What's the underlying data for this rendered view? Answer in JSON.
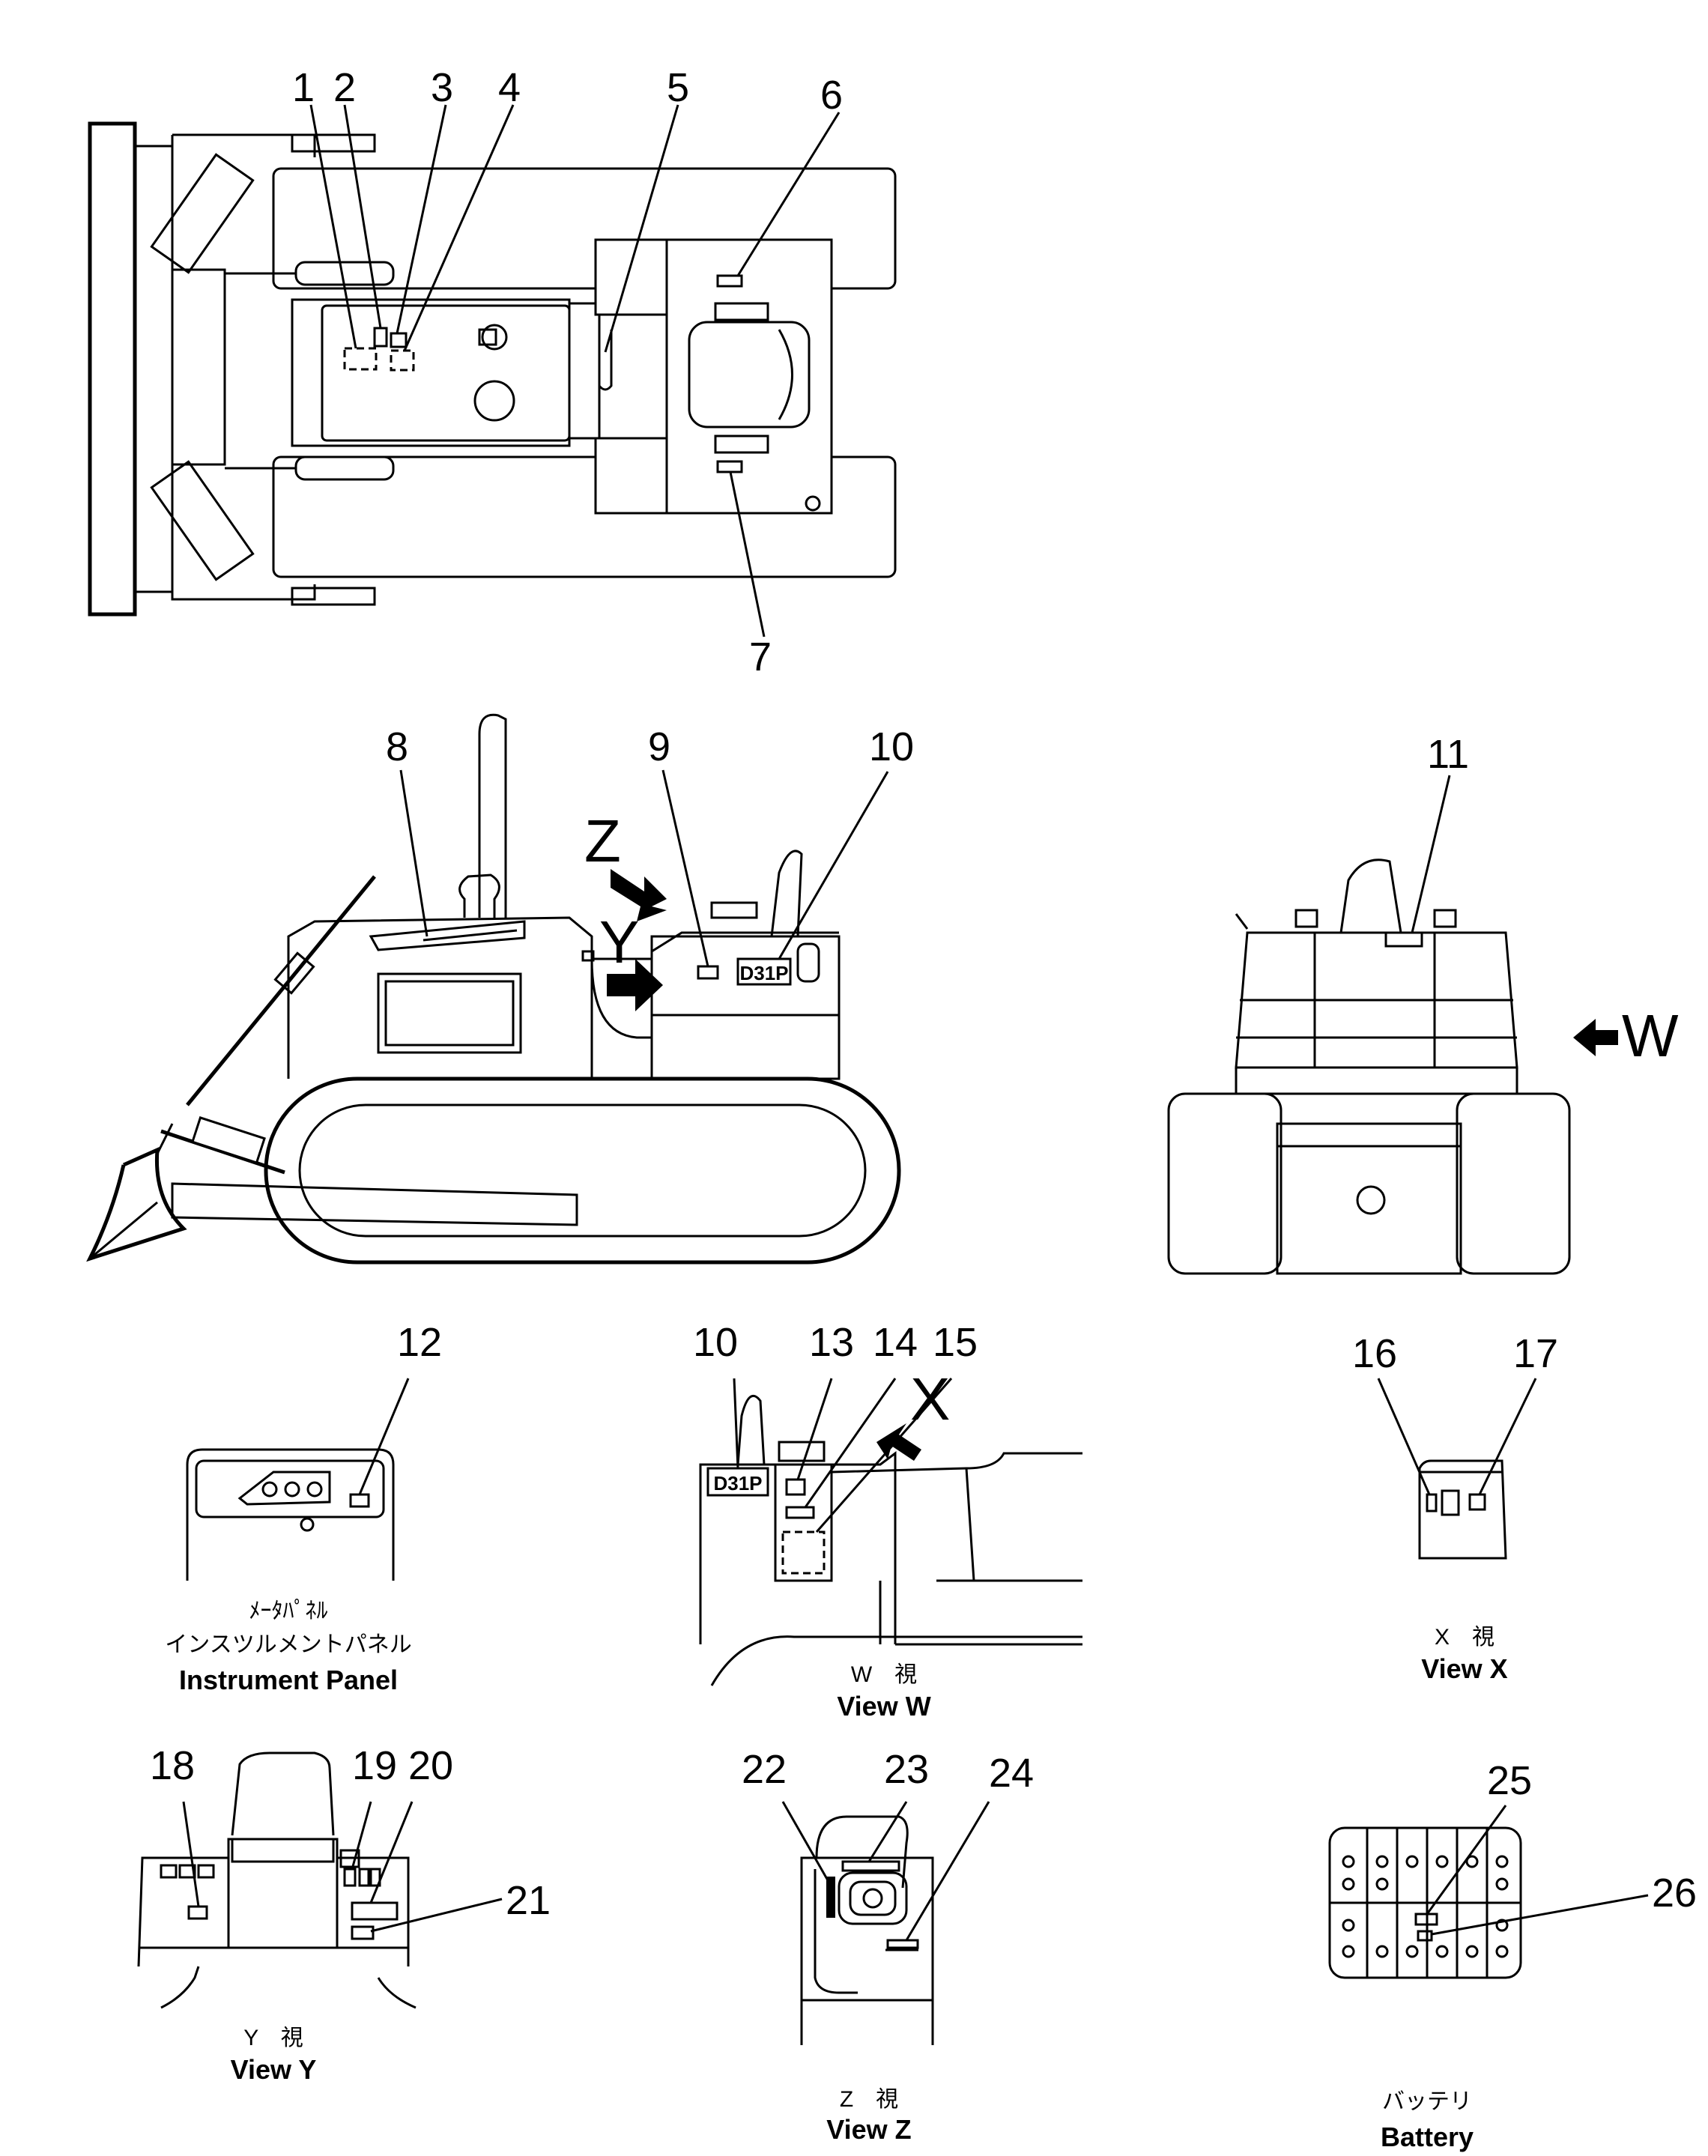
{
  "callouts": [
    "1",
    "2",
    "3",
    "4",
    "5",
    "6",
    "7",
    "8",
    "9",
    "10",
    "11",
    "12",
    "10",
    "13",
    "14",
    "15",
    "16",
    "17",
    "18",
    "19",
    "20",
    "21",
    "22",
    "23",
    "24",
    "25",
    "26"
  ],
  "view_letters": {
    "w": "W",
    "y": "Y",
    "z": "Z",
    "x": "X"
  },
  "plates": {
    "model": "D31P",
    "model_w": "D31P"
  },
  "captions": {
    "instrument_small": "ﾒｰﾀﾊﾟﾈﾙ",
    "instrument_jp": "インスツルメントパネル",
    "instrument_en": "Instrument Panel",
    "w_jp": "W　視",
    "w_en": "View  W",
    "x_jp": "X　視",
    "x_en": "View  X",
    "y_jp": "Y　視",
    "y_en": "View  Y",
    "z_jp": "Z　視",
    "z_en": "View  Z",
    "battery_jp": "バッテリ",
    "battery_en": "Battery"
  }
}
